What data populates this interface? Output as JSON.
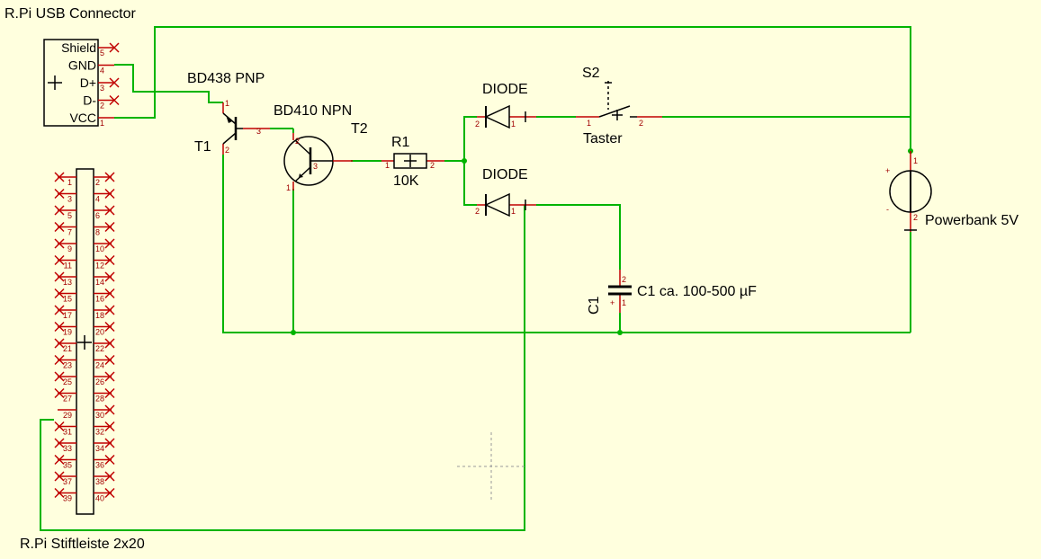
{
  "usb": {
    "title": "R.Pi USB Connector",
    "pins": [
      {
        "name": "Shield",
        "num": "5"
      },
      {
        "name": "GND",
        "num": "4"
      },
      {
        "name": "D+",
        "num": "3"
      },
      {
        "name": "D-",
        "num": "2"
      },
      {
        "name": "VCC",
        "num": "1"
      }
    ]
  },
  "header": {
    "title": "R.Pi Stiftleiste 2x20",
    "left_pins": [
      "1",
      "3",
      "5",
      "7",
      "9",
      "11",
      "13",
      "15",
      "17",
      "19",
      "21",
      "23",
      "25",
      "27",
      "29",
      "31",
      "33",
      "35",
      "37",
      "39"
    ],
    "right_pins": [
      "2",
      "4",
      "6",
      "8",
      "10",
      "12",
      "14",
      "16",
      "18",
      "20",
      "22",
      "24",
      "26",
      "28",
      "30",
      "32",
      "34",
      "36",
      "38",
      "40"
    ]
  },
  "t1": {
    "type": "BD438 PNP",
    "ref": "T1",
    "pins": [
      "1",
      "2",
      "3"
    ]
  },
  "t2": {
    "type": "BD410 NPN",
    "ref": "T2",
    "pins": [
      "1",
      "2",
      "3"
    ]
  },
  "r1": {
    "ref": "R1",
    "value": "10K",
    "pins": [
      "1",
      "2"
    ]
  },
  "d1": {
    "label": "DIODE",
    "pins": [
      "2",
      "1"
    ]
  },
  "d2": {
    "label": "DIODE",
    "pins": [
      "2",
      "1"
    ]
  },
  "s2": {
    "ref": "S2",
    "label": "Taster",
    "pins": [
      "1",
      "2"
    ]
  },
  "c1": {
    "ref": "C1",
    "label": "C1 ca. 100-500 µF",
    "pins": [
      "2",
      "1"
    ],
    "plus": "+"
  },
  "pb": {
    "label": "Powerbank 5V",
    "pins": [
      "1",
      "2"
    ],
    "plus": "+",
    "minus": "-"
  },
  "colors": {
    "background": "#ffffde",
    "wire": "#00b400",
    "pin": "#c00000",
    "symbol": "#000000"
  }
}
